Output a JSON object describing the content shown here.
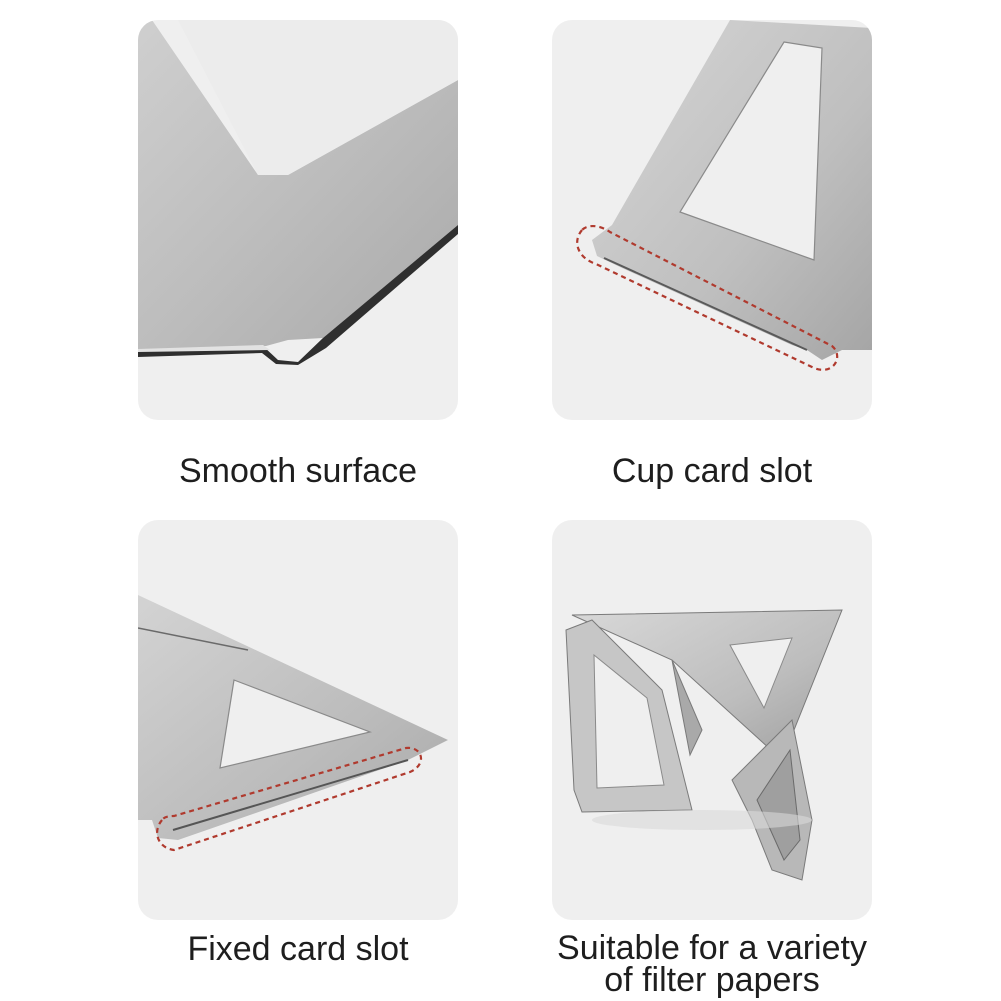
{
  "colors": {
    "panel_background": "#efefef",
    "steel_light": "#d4d4d4",
    "steel_mid": "#b9b9b9",
    "steel_dark": "#8f8f8f",
    "edge_dark": "#3a3a3a",
    "highlight_dash": "#b03a2e",
    "caption_text": "#1e1e1e"
  },
  "panels": [
    {
      "caption": "Smooth surface",
      "image": "stainless-steel-edge-closeup"
    },
    {
      "caption": "Cup card slot",
      "image": "stainless-steel-panel-cup-slot",
      "highlight": "dashed-red-outline"
    },
    {
      "caption": "Fixed card slot",
      "image": "stainless-steel-panel-fixed-slot",
      "highlight": "dashed-red-outline"
    },
    {
      "caption_line_1": "Suitable for a variety",
      "caption_line_2": "of filter papers",
      "image": "assembled-folding-coffee-filter-stand"
    }
  ]
}
